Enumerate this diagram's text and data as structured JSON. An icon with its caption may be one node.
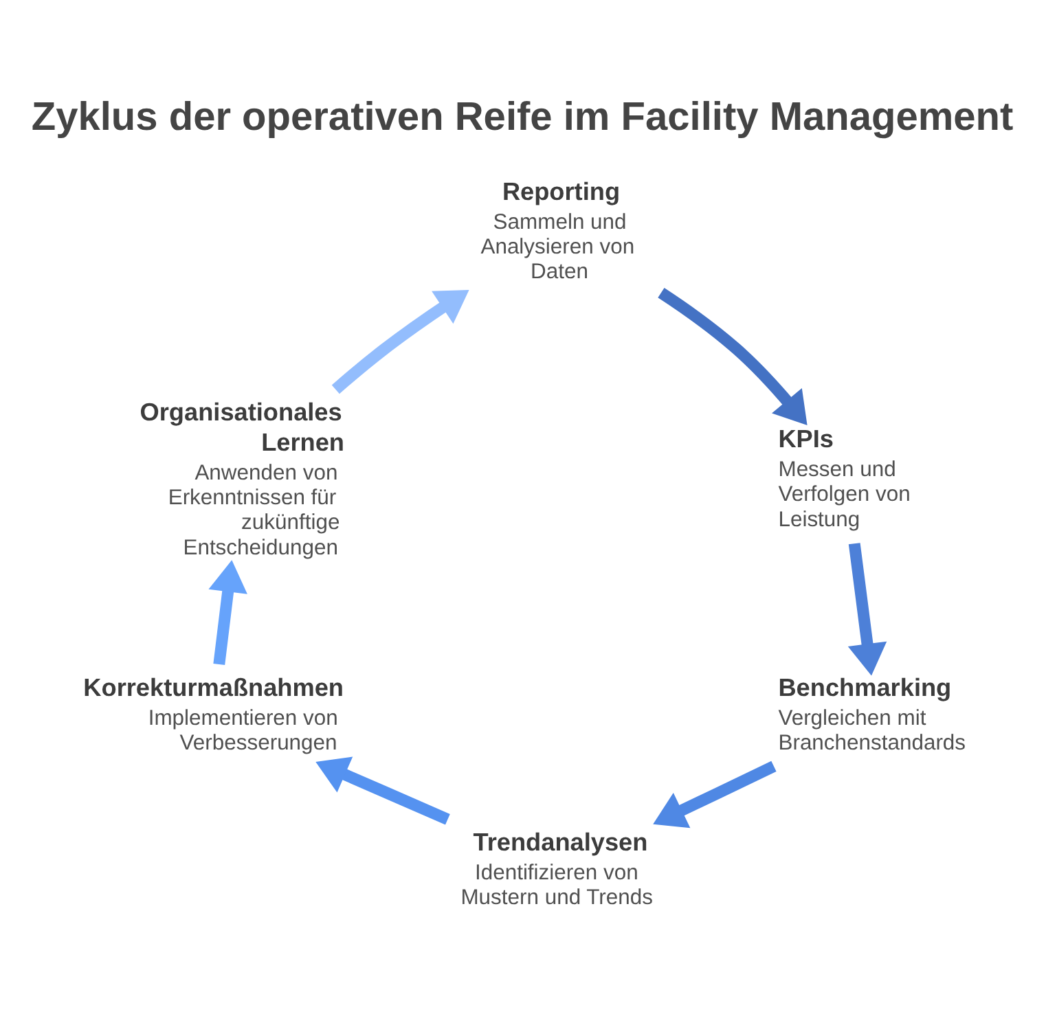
{
  "diagram": {
    "title": "Zyklus der operativen Reife im Facility Management",
    "nodes": [
      {
        "text": [
          "Reporting",
          "Sammeln und Analysieren von Daten"
        ]
      },
      {
        "text": [
          "KPIs",
          "Messen und Verfolgen von Leistung"
        ]
      },
      {
        "text": [
          "Benchmarking",
          "Vergleichen mit Branchenstandards"
        ]
      },
      {
        "text": [
          "Trendanalysen",
          "Identifizieren von Mustern und Trends"
        ]
      },
      {
        "text": [
          "Korrekturmaßnahmen",
          "Implementieren von Verbesserungen"
        ]
      },
      {
        "text": [
          "Organisationales Lernen",
          "Anwenden von Erkenntnissen für zukünftige Entscheidungen"
        ]
      }
    ],
    "edges": [
      {
        "from": 0,
        "to": 1,
        "arrow": "to",
        "color": "#4472c4"
      },
      {
        "from": 1,
        "to": 2,
        "arrow": "to",
        "color": "#4d80d8"
      },
      {
        "from": 2,
        "to": 3,
        "arrow": "to",
        "color": "#4f88e4"
      },
      {
        "from": 3,
        "to": 4,
        "arrow": "to",
        "color": "#5592f0"
      },
      {
        "from": 4,
        "to": 5,
        "arrow": "to",
        "color": "#66a3fb"
      },
      {
        "from": 5,
        "to": 0,
        "arrow": "to",
        "color": "#93bdfd"
      }
    ]
  }
}
